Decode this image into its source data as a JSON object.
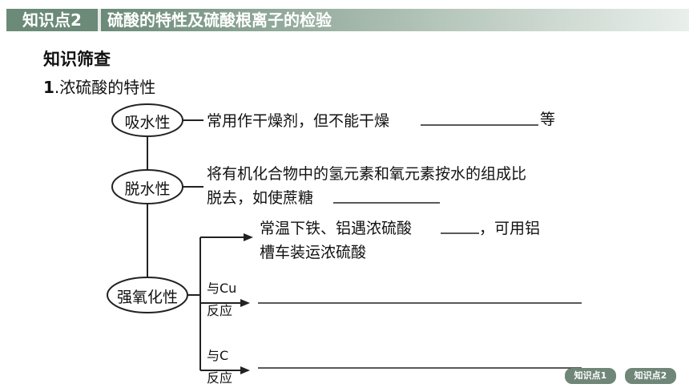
{
  "header": {
    "tag": "知识点2",
    "title": "硫酸的特性及硫酸根离子的检验"
  },
  "section_title": "知识筛查",
  "subtitle": {
    "num": "1",
    "text": ".浓硫酸的特性"
  },
  "nodes": {
    "absorb": "吸水性",
    "dehydrate": "脱水性",
    "oxidize": "强氧化性"
  },
  "absorb_desc": {
    "text": "常用作干燥剂，但不能干燥",
    "suffix": "等"
  },
  "dehydrate_desc": {
    "line1": "将有机化合物中的氢元素和氧元素按水的组成比",
    "line2": "脱去，如使蔗糖"
  },
  "oxidize_desc": {
    "line1_pre": "常温下铁、铝遇浓硫酸",
    "line1_post": "，可用铝",
    "line2": "槽车装运浓硫酸"
  },
  "branch_cu": {
    "top": "与Cu",
    "bottom": "反应"
  },
  "branch_c": {
    "top": "与C",
    "bottom": "反应"
  },
  "nav": {
    "btn1": "知识点1",
    "btn2": "知识点2"
  }
}
